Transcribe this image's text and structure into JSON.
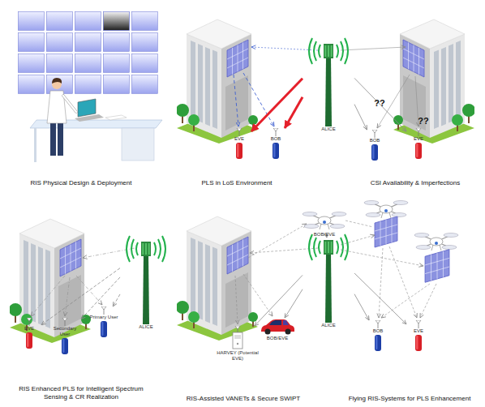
{
  "diagram": {
    "nodes": [
      {
        "text": [
          "EVE"
        ]
      },
      {
        "text": [
          "BOB"
        ]
      },
      {
        "text": [
          "ALICE"
        ]
      },
      {
        "text": [
          "BOB"
        ]
      },
      {
        "text": [
          "EVE"
        ]
      },
      {
        "text": [
          "EVE"
        ]
      },
      {
        "text": [
          "Secondary User"
        ]
      },
      {
        "text": [
          "Primary User"
        ]
      },
      {
        "text": [
          "ALICE"
        ]
      },
      {
        "text": [
          "BOB/EVE"
        ]
      },
      {
        "text": [
          "HARVEY (Potential EVE)"
        ]
      },
      {
        "text": [
          "BOB/EVE"
        ]
      },
      {
        "text": [
          "ALICE"
        ]
      },
      {
        "text": [
          "BOB"
        ]
      },
      {
        "text": [
          "EVE"
        ]
      }
    ],
    "edges": [
      {
        "from": 2,
        "to": 0,
        "arrow": "to"
      },
      {
        "from": 2,
        "to": 1,
        "arrow": "to"
      },
      {
        "from": 2,
        "to": 3,
        "arrow": "to"
      },
      {
        "from": 2,
        "to": 4,
        "arrow": "to"
      },
      {
        "from": 8,
        "to": 5,
        "arrow": "to"
      },
      {
        "from": 8,
        "to": 6,
        "arrow": "to"
      },
      {
        "from": 8,
        "to": 7,
        "arrow": "to"
      },
      {
        "from": 12,
        "to": 9,
        "arrow": "to"
      },
      {
        "from": 12,
        "to": 10,
        "arrow": "to"
      },
      {
        "from": 12,
        "to": 11,
        "arrow": "to"
      },
      {
        "from": 12,
        "to": 13,
        "arrow": "to"
      },
      {
        "from": 12,
        "to": 14,
        "arrow": "to"
      }
    ],
    "labels": [
      "??",
      "??",
      "RIS Physical Design & Deployment",
      "PLS in LoS Environment",
      "CSI Availability & Imperfections",
      "RIS Enhanced PLS for Intelligent Spectrum Sensing & CR Realization",
      "RIS-Assisted VANETs & Secure SWIPT",
      "Flying RIS-Systems for PLS Enhancement"
    ]
  }
}
